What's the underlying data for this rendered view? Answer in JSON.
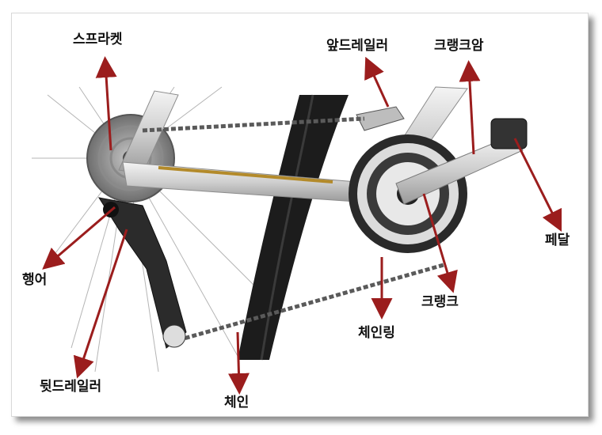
{
  "labels": {
    "sprocket": "스프라켓",
    "front_derailleur": "앞드레일러",
    "crank_arm": "크랭크암",
    "hanger": "행어",
    "pedal": "페달",
    "crank": "크랭크",
    "chainring": "체인링",
    "rear_derailleur": "뒷드레일러",
    "chain": "체인"
  },
  "colors": {
    "arrow": "#9b1d1d",
    "frame": "#f2f2f2",
    "tire": "#1c1c1c",
    "chain": "#5a5a5a",
    "accent_stripe": "#b38a2a"
  }
}
